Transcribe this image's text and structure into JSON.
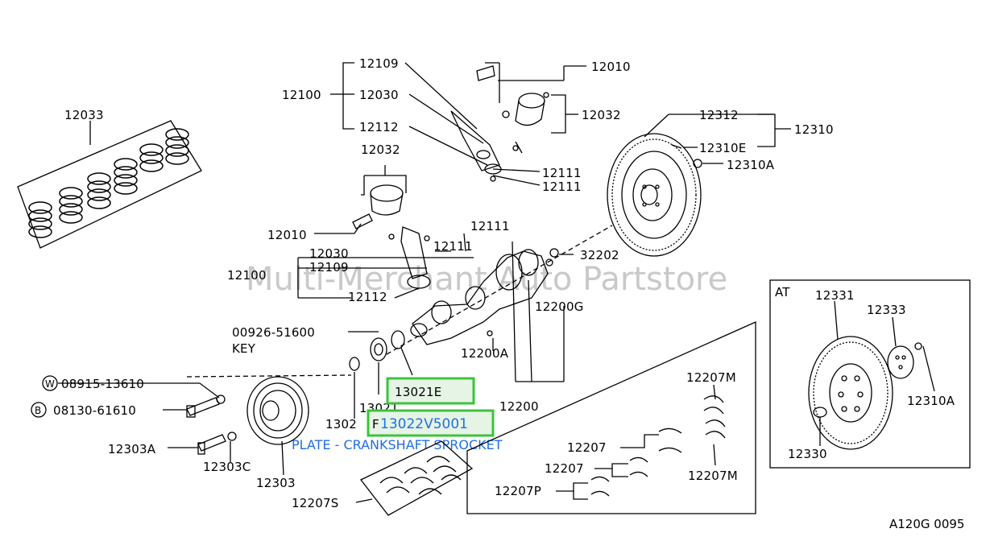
{
  "watermark": "Multi-Merchant Auto Partstore",
  "reference_code": "A120G 0095",
  "highlight": {
    "part_13021E": "13021E",
    "part_selected": "13022V5001",
    "caption": "PLATE - CRANKSHAFT SPROCKET",
    "color": "#3cc43c",
    "text_color": "#1f6fdc"
  },
  "inset_at": {
    "title": "AT",
    "labels": {
      "p12331": "12331",
      "p12333": "12333",
      "p12310A": "12310A",
      "p12330": "12330"
    }
  },
  "labels": {
    "p12033": "12033",
    "p12109_top": "12109",
    "p12010_top": "12010",
    "p12100_top": "12100",
    "p12030_top": "12030",
    "p12032_top": "12032",
    "p12112_top": "12112",
    "p12111_a": "12111",
    "p12111_b": "12111",
    "p12312": "12312",
    "p12310": "12310",
    "p12310E": "12310E",
    "p12310A": "12310A",
    "p12032_mid": "12032",
    "p12010_mid": "12010",
    "p12111_mid": "12111",
    "p12030_mid": "12030",
    "p12111_mid2": "12111",
    "p32202": "32202",
    "p12109_mid": "12109",
    "p12100_mid": "12100",
    "p12112_mid": "12112",
    "p12200G": "12200G",
    "p00926": "00926-51600",
    "key": "KEY",
    "p12200A": "12200A",
    "p08915": "08915-13610",
    "w_mark": "W",
    "p08130": "08130-61610",
    "b_mark": "B",
    "p13021": "13021",
    "p13022_partial": "1302",
    "p13022_f": "F",
    "p12200": "12200",
    "p12303A": "12303A",
    "p12303C": "12303C",
    "p12303": "12303",
    "p12207S": "12207S",
    "p12207M_top": "12207M",
    "p12207_a": "12207",
    "p12207_b": "12207",
    "p12207P": "12207P",
    "p12207M_bot": "12207M"
  }
}
